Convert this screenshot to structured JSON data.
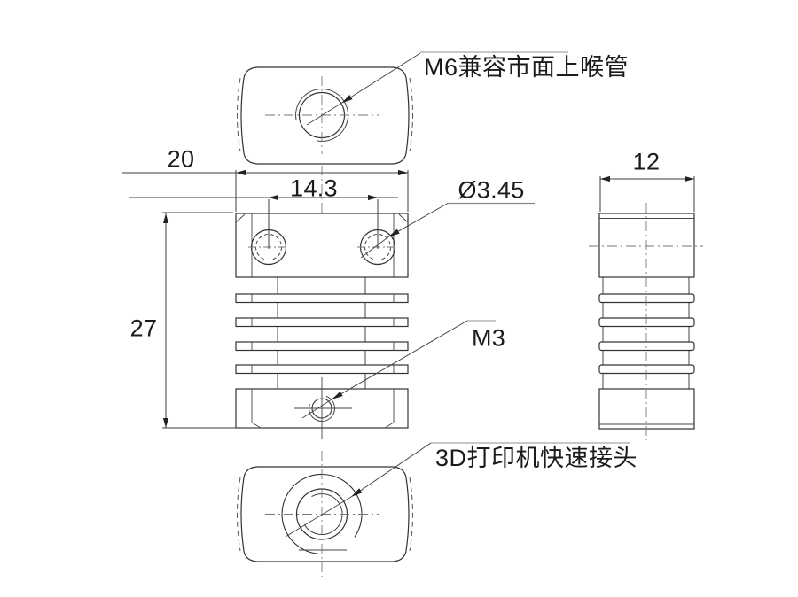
{
  "drawing": {
    "type": "engineering-drawing",
    "views": [
      "top-view",
      "front-view",
      "side-view",
      "bottom-view"
    ],
    "dimensions": {
      "overall_width": "20",
      "hole_pitch": "14.3",
      "hole_diameter": "Ø3.45",
      "overall_height": "27",
      "bottom_thread": "M3",
      "side_width": "12"
    },
    "callouts": {
      "top_hole": "M6兼容市面上喉管",
      "bottom_bore": "3D打印机快速接头"
    },
    "colors": {
      "background": "#ffffff",
      "outline": "#333333",
      "detail_line": "#444444",
      "center_line": "#777777",
      "leader_shelf": "#a6a6a6",
      "text": "#1b1b1b"
    }
  }
}
